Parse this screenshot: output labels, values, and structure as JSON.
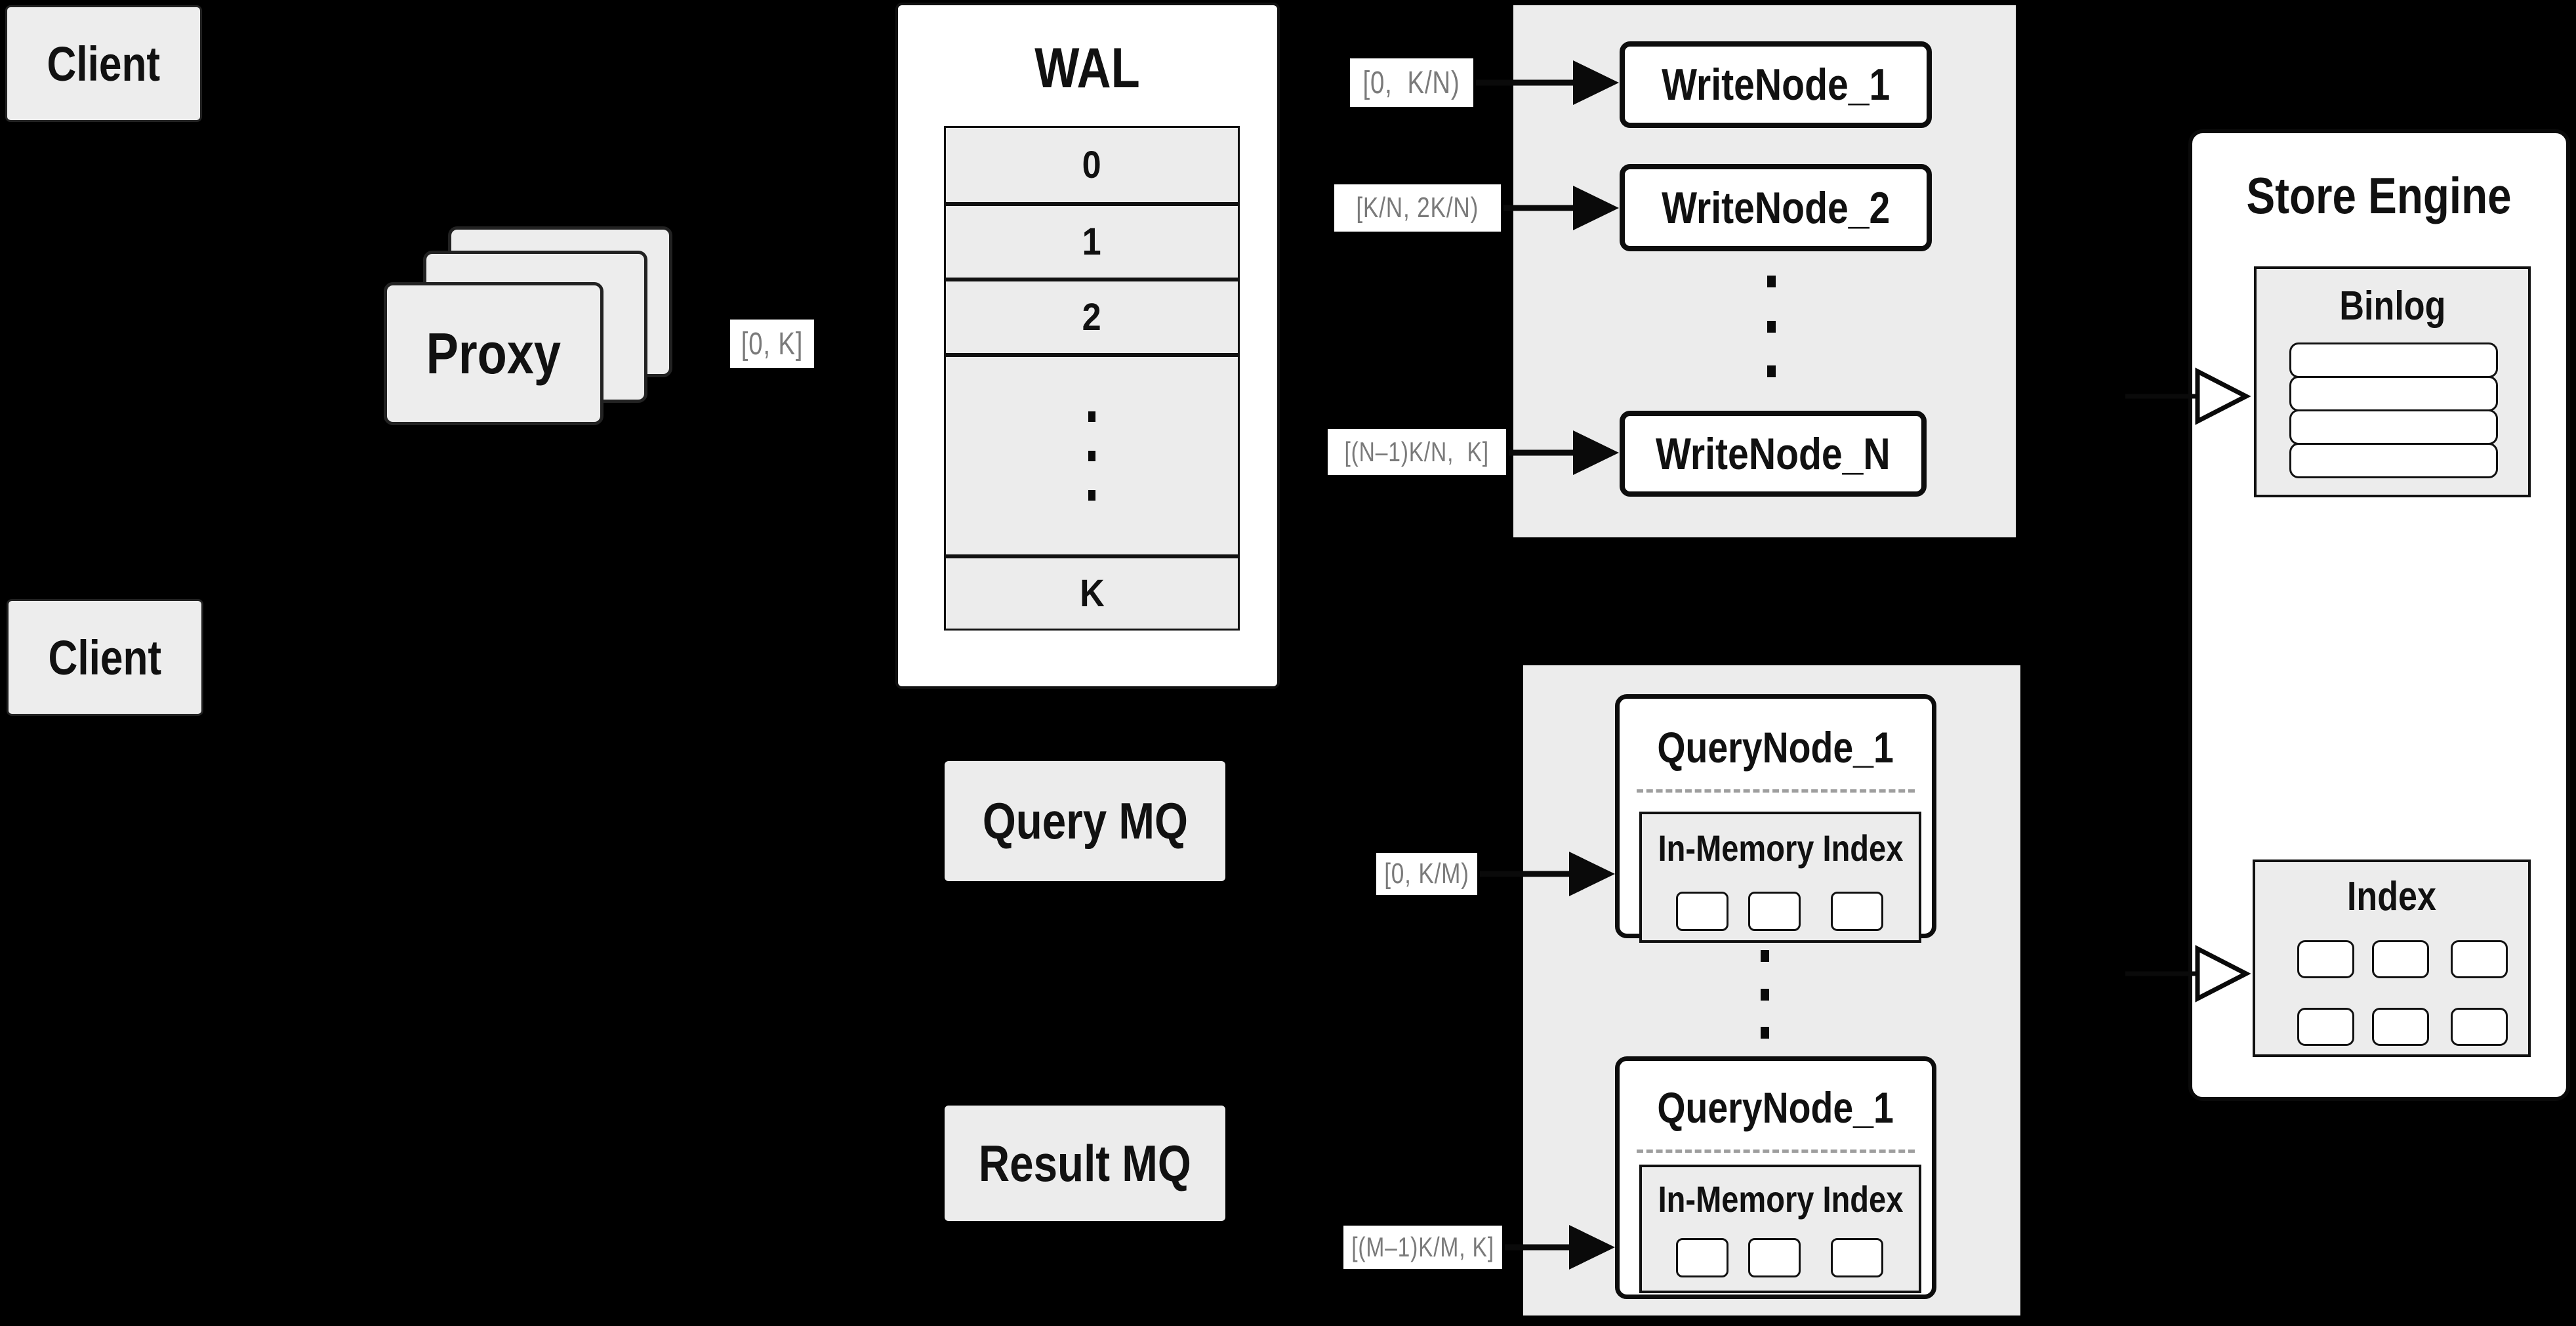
{
  "clients": [
    {
      "label": "Client"
    },
    {
      "label": "Client"
    }
  ],
  "proxy": {
    "label": "Proxy",
    "range": "[0, K]"
  },
  "wal": {
    "title": "WAL",
    "segments": [
      "0",
      "1",
      "2",
      "K"
    ]
  },
  "write_cluster": {
    "nodes": [
      {
        "range": "[0,  K/N)",
        "label": "WriteNode_1"
      },
      {
        "range": "[K/N, 2K/N)",
        "label": "WriteNode_2"
      },
      {
        "range": "[(N–1)K/N,  K]",
        "label": "WriteNode_N"
      }
    ]
  },
  "mq": {
    "query_label": "Query MQ",
    "result_label": "Result MQ"
  },
  "query_cluster": {
    "nodes": [
      {
        "range": "[0, K/M)",
        "label": "QueryNode_1",
        "inner_title": "In-Memory Index"
      },
      {
        "range": "[(M–1)K/M, K]",
        "label": "QueryNode_1",
        "inner_title": "In-Memory Index"
      }
    ]
  },
  "store_engine": {
    "title": "Store Engine",
    "binlog_title": "Binlog",
    "index_title": "Index"
  },
  "colors": {
    "background": "#000000",
    "panel_fill": "#ececec",
    "node_fill": "#ffffff",
    "border": "#111111",
    "range_text": "#7a7a7a"
  }
}
